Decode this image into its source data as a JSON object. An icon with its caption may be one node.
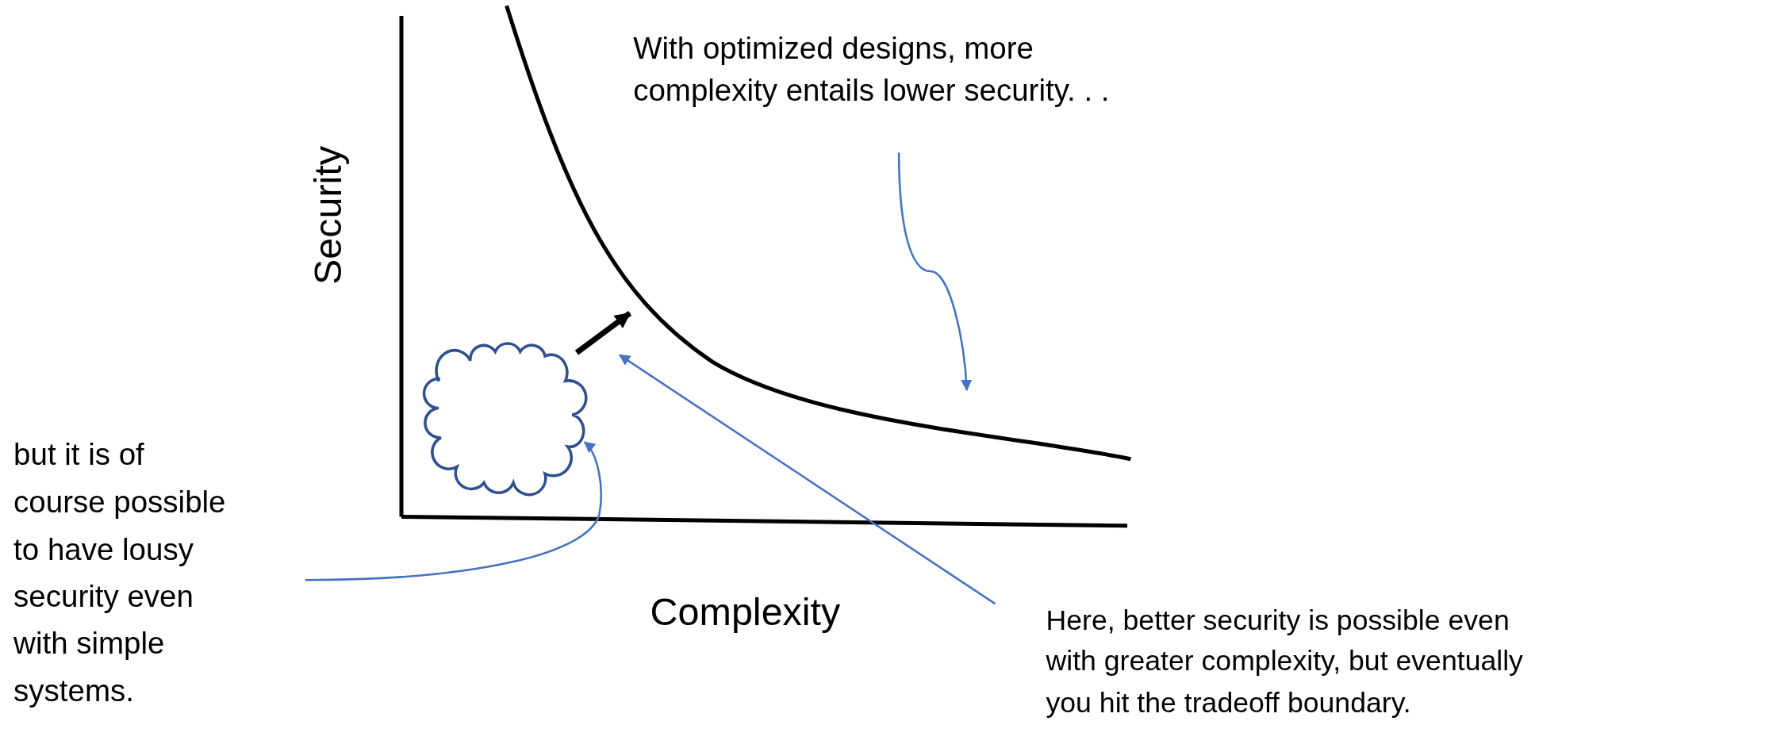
{
  "diagram": {
    "nodes": [
      {
        "text": [
          "With optimized designs, more complexity entails lower security. . ."
        ]
      },
      {
        "text": [
          "but it is of course possible to have lousy security even with simple systems."
        ]
      },
      {
        "text": [
          "Here, better security is possible even with greater complexity, but eventually you hit the tradeoff boundary."
        ]
      },
      {
        "text": [],
        "shape": "cloud"
      }
    ],
    "edges": [
      {
        "from": 0,
        "to": null,
        "arrow": "to"
      },
      {
        "from": 1,
        "to": 3,
        "arrow": "to"
      },
      {
        "from": 2,
        "to": null,
        "arrow": "to"
      },
      {
        "from": 3,
        "to": null,
        "arrow": "to",
        "style": "thick",
        "color": "#000000"
      }
    ],
    "labels": [
      "Security",
      "Complexity"
    ]
  }
}
